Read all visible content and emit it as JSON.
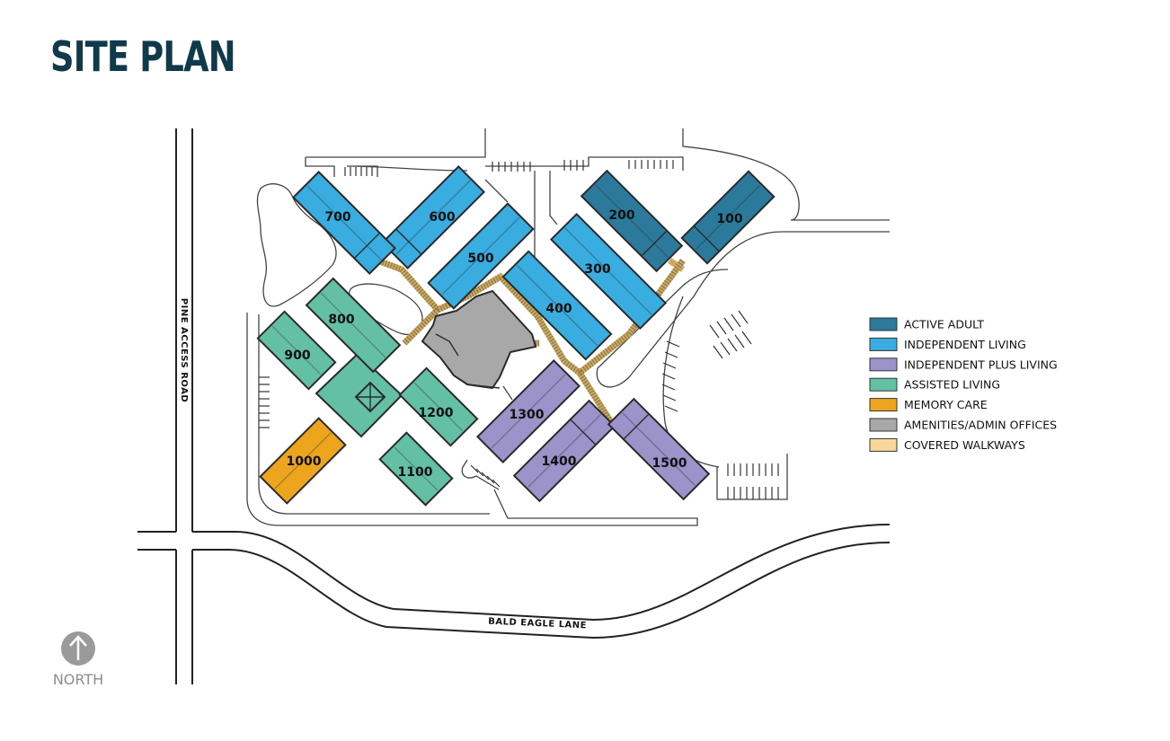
{
  "title": "SITE PLAN",
  "colors": {
    "title": "#0e3a4c",
    "active_adult": "#2b7a9c",
    "independent_living": "#39ace0",
    "independent_plus_living": "#9b93c9",
    "assisted_living": "#64c0a4",
    "memory_care": "#eea51e",
    "amenities": "#a8a8a8",
    "covered_walkways": "#f7d89a"
  },
  "buildings": [
    {
      "label": "100",
      "category": "active_adult"
    },
    {
      "label": "200",
      "category": "active_adult"
    },
    {
      "label": "300",
      "category": "independent_living"
    },
    {
      "label": "400",
      "category": "independent_living"
    },
    {
      "label": "500",
      "category": "independent_living"
    },
    {
      "label": "600",
      "category": "independent_living"
    },
    {
      "label": "700",
      "category": "independent_living"
    },
    {
      "label": "800",
      "category": "assisted_living"
    },
    {
      "label": "900",
      "category": "assisted_living"
    },
    {
      "label": "1000",
      "category": "memory_care"
    },
    {
      "label": "1100",
      "category": "assisted_living"
    },
    {
      "label": "1200",
      "category": "assisted_living"
    },
    {
      "label": "1300",
      "category": "independent_plus_living"
    },
    {
      "label": "1400",
      "category": "independent_plus_living"
    },
    {
      "label": "1500",
      "category": "independent_plus_living"
    }
  ],
  "roads": {
    "pine_access_road": "PINE ACCESS ROAD",
    "bald_eagle_lane": "BALD EAGLE LANE"
  },
  "legend": [
    {
      "label": "ACTIVE ADULT",
      "color_key": "active_adult"
    },
    {
      "label": "INDEPENDENT LIVING",
      "color_key": "independent_living"
    },
    {
      "label": "INDEPENDENT PLUS LIVING",
      "color_key": "independent_plus_living"
    },
    {
      "label": "ASSISTED LIVING",
      "color_key": "assisted_living"
    },
    {
      "label": "MEMORY CARE",
      "color_key": "memory_care"
    },
    {
      "label": "AMENITIES/ADMIN OFFICES",
      "color_key": "amenities"
    },
    {
      "label": "COVERED WALKWAYS",
      "color_key": "covered_walkways"
    }
  ],
  "north": {
    "label": "NORTH",
    "icon": "north-arrow-icon"
  }
}
